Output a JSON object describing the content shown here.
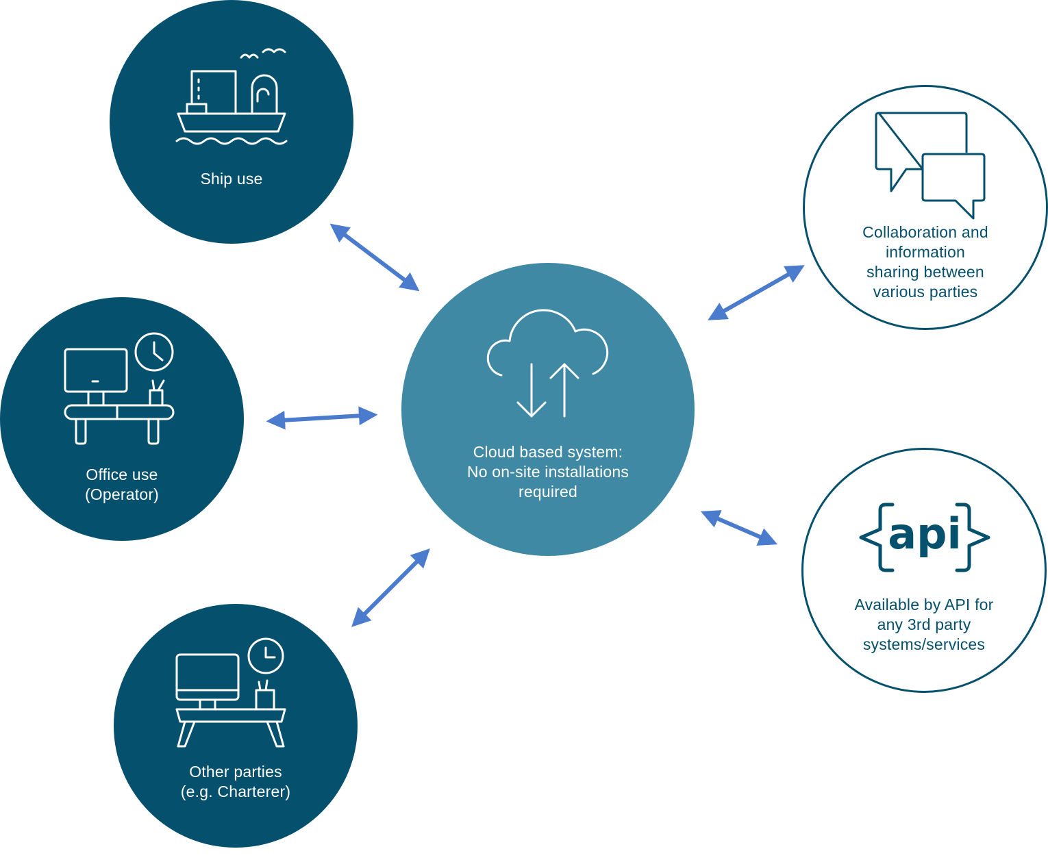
{
  "colors": {
    "dark_node": "#05506c",
    "center_node": "#4089a4",
    "outline": "#05506c",
    "arrow": "#4b7bcd",
    "icon_light": "#ffffff",
    "icon_dark": "#05506c"
  },
  "center": {
    "icon": "cloud-sync-icon",
    "label_lines": [
      "Cloud based system:",
      "No on-site installations",
      "required"
    ]
  },
  "ship": {
    "icon": "ship-icon",
    "label_lines": [
      "Ship use"
    ]
  },
  "office": {
    "icon": "office-desk-icon",
    "label_lines": [
      "Office use",
      "(Operator)"
    ]
  },
  "other": {
    "icon": "desk-computer-icon",
    "label_lines": [
      "Other parties",
      "(e.g. Charterer)"
    ]
  },
  "collab": {
    "icon": "chat-bubbles-icon",
    "label_lines": [
      "Collaboration and",
      "information",
      "sharing between",
      "various parties"
    ]
  },
  "api": {
    "icon": "api-braces-icon",
    "icon_text": "api",
    "label_lines": [
      "Available by API for",
      "any 3rd party",
      "systems/services"
    ]
  }
}
